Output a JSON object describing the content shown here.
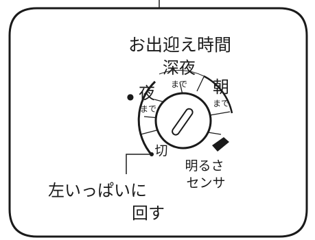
{
  "panel": {
    "title": "お出迎え時間"
  },
  "dial": {
    "positions": [
      {
        "id": "off",
        "label": "切",
        "sub": ""
      },
      {
        "id": "night",
        "label": "夜",
        "sub": "まで"
      },
      {
        "id": "late-night",
        "label": "深夜",
        "sub": "まで"
      },
      {
        "id": "morning",
        "label": "朝",
        "sub": "まで"
      },
      {
        "id": "brightness-sensor",
        "label": "明るさ",
        "sub": "センサ"
      }
    ],
    "night_marker": "●"
  },
  "instruction": {
    "line1": "左いっぱいに",
    "line2": "回す"
  },
  "colors": {
    "line": "#1a1a1a",
    "background": "#ffffff"
  }
}
